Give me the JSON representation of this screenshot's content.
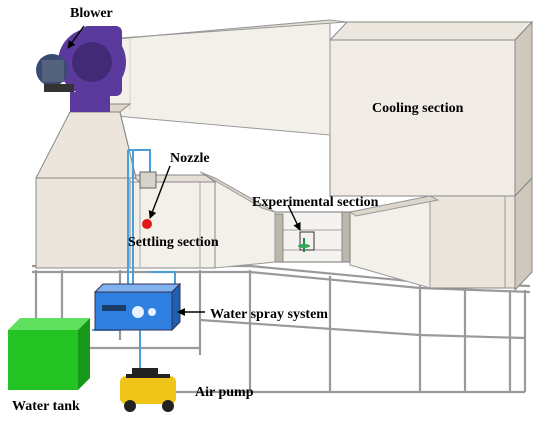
{
  "labels": {
    "blower": "Blower",
    "cooling": "Cooling section",
    "nozzle": "Nozzle",
    "experimental": "Experimental section",
    "settling": "Settling section",
    "water_spray": "Water spray system",
    "water_tank": "Water tank",
    "air_pump": "Air pump"
  },
  "colors": {
    "blower": "#5b3a9e",
    "motor": "#3a4a72",
    "water_tank": "#22c322",
    "spray_box": "#2f7fe0",
    "air_pump": "#f0c419",
    "nozzle_dot": "#e01818",
    "duct_light": "#f1ede6",
    "duct_shade": "#ddd6cb",
    "frame": "#9a9a9a",
    "pipe": "#4a9fd8"
  }
}
